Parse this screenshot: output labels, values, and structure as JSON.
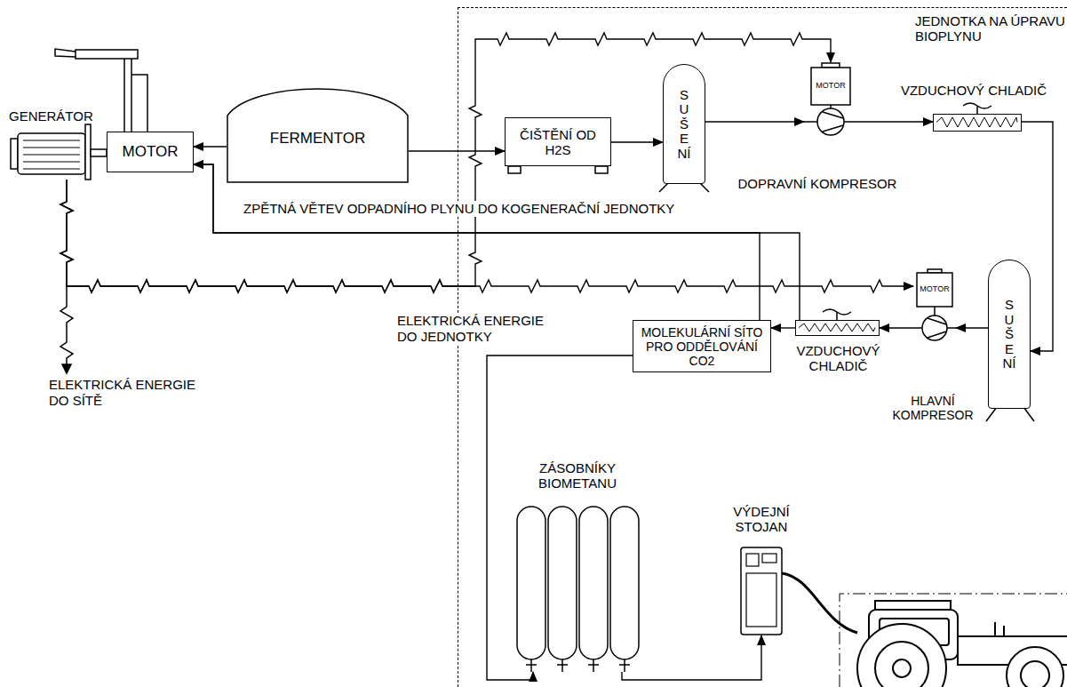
{
  "diagram": {
    "nodes": [
      {
        "text": [
          "GENERÁTOR"
        ]
      },
      {
        "text": [
          "MOTOR"
        ]
      },
      {
        "text": [
          "FERMENTOR"
        ]
      },
      {
        "text": [
          "JEDNOTKA NA ÚPRAVU BIOPLYNU"
        ]
      },
      {
        "text": [
          "ČIŠTĚNÍ OD H2S"
        ],
        "in": 3
      },
      {
        "text": [
          "SUŠENÍ"
        ],
        "in": 3
      },
      {
        "text": [
          "MOTOR",
          "DOPRAVNÍ KOMPRESOR"
        ],
        "in": 3
      },
      {
        "text": [
          "VZDUCHOVÝ CHLADIČ"
        ],
        "in": 3
      },
      {
        "text": [
          "SUŠENÍ"
        ],
        "in": 3
      },
      {
        "text": [
          "MOTOR",
          "HLAVNÍ KOMPRESOR"
        ],
        "in": 3
      },
      {
        "text": [
          "VZDUCHOVÝ CHLADIČ"
        ],
        "in": 3
      },
      {
        "text": [
          "MOLEKULÁRNÍ SÍTO PRO ODDĚLOVÁNÍ CO2"
        ],
        "in": 3
      },
      {
        "text": [
          "ZÁSOBNÍKY BIOMETANU"
        ],
        "in": 3
      },
      {
        "text": [
          "VÝDEJNÍ STOJAN"
        ],
        "in": 3
      }
    ],
    "edges": [
      {
        "from": 2,
        "to": 1,
        "arrow": "to"
      },
      {
        "from": 2,
        "to": 4,
        "arrow": "to"
      },
      {
        "from": 4,
        "to": 5,
        "arrow": "to"
      },
      {
        "from": 5,
        "to": 6,
        "arrow": "to"
      },
      {
        "from": 6,
        "to": 7,
        "arrow": "to"
      },
      {
        "from": 7,
        "to": 8,
        "arrow": "to"
      },
      {
        "from": 8,
        "to": 9,
        "arrow": "to"
      },
      {
        "from": 9,
        "to": 10,
        "arrow": "to"
      },
      {
        "from": 10,
        "to": 11,
        "arrow": "to"
      },
      {
        "from": 11,
        "to": 1,
        "label": "ZPĚTNÁ VĚTEV ODPADNÍHO PLYNU DO KOGENERAČNÍ JEDNOTKY",
        "arrow": "to"
      },
      {
        "from": 10,
        "to": 1,
        "arrow": "to"
      },
      {
        "from": 11,
        "to": 12,
        "arrow": "to"
      },
      {
        "from": 12,
        "to": 13,
        "arrow": "to"
      },
      {
        "from": 0,
        "to": 9,
        "label": "ELEKTRICKÁ ENERGIE DO JEDNOTKY",
        "arrow": "to"
      },
      {
        "from": 0,
        "to": 6,
        "arrow": "to"
      }
    ],
    "labels": [
      "ELEKTRICKÁ ENERGIE DO SÍTĚ"
    ]
  }
}
